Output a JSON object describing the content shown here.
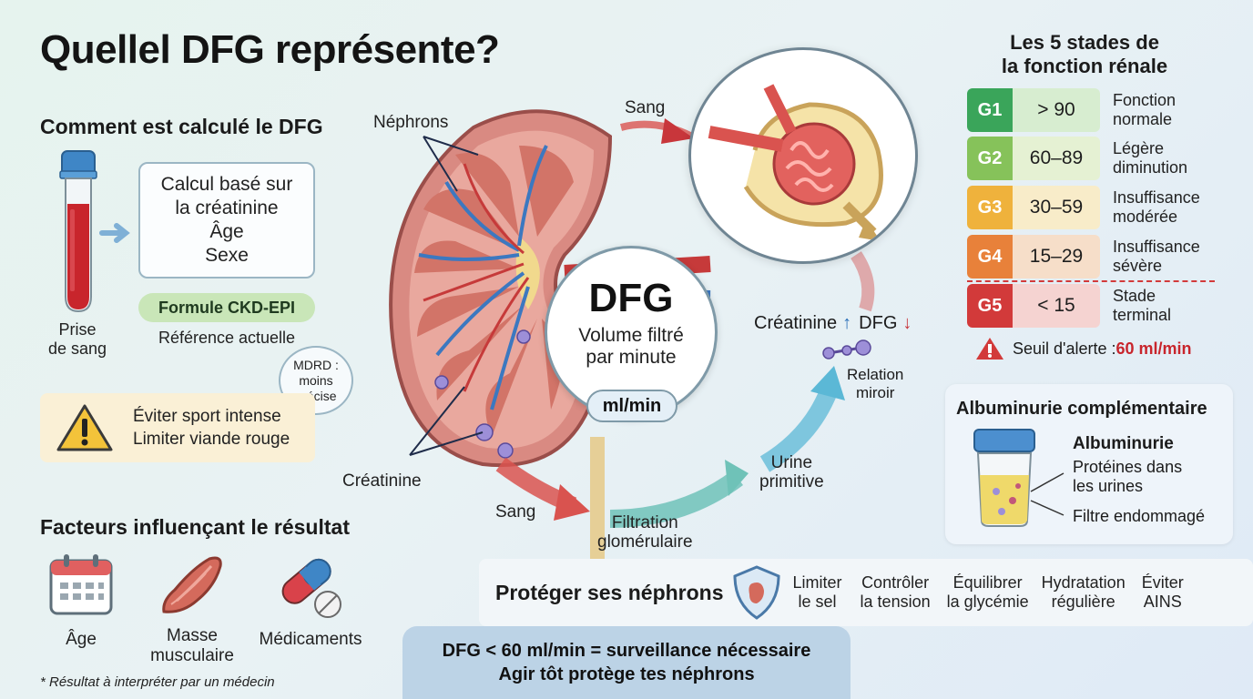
{
  "title": "Quellel DFG représente?",
  "calc": {
    "heading": "Comment est calculé le DFG",
    "box_lines": [
      "Calcul basé sur",
      "la créatinine",
      "Âge",
      "Sexe"
    ],
    "tube_label": [
      "Prise",
      "de sang"
    ],
    "formula": "Formule CKD-EPI",
    "formula_note": "Référence actuelle",
    "mdrd": [
      "MDRD :",
      "moins",
      "précise"
    ]
  },
  "warning": {
    "lines": [
      "Éviter sport intense",
      "Limiter viande rouge"
    ]
  },
  "kidney": {
    "nephrons": "Néphrons",
    "creatinine": "Créatinine",
    "sang_top": "Sang",
    "sang_bottom": "Sang",
    "dfg": "DFG",
    "dfg_sub": [
      "Volume filtré",
      "par minute"
    ],
    "unit": "ml/min",
    "filtration": [
      "Filtration",
      "glomérulaire"
    ],
    "urine": [
      "Urine",
      "primitive"
    ],
    "creat_up": "Créatinine",
    "dfg_down": "DFG",
    "relation": [
      "Relation",
      "miroir"
    ]
  },
  "factors": {
    "heading": "Facteurs influençant le résultat",
    "items": [
      {
        "icon": "calendar-icon",
        "label": [
          "Âge"
        ]
      },
      {
        "icon": "muscle-icon",
        "label": [
          "Masse",
          "musculaire"
        ]
      },
      {
        "icon": "pill-icon",
        "label": [
          "Médicaments"
        ]
      }
    ]
  },
  "note": "* Résultat à interpréter par un médecin",
  "stages": {
    "title": [
      "Les 5 stades de",
      "la fonction rénale"
    ],
    "rows": [
      {
        "code": "G1",
        "value": "> 90",
        "desc": [
          "Fonction",
          "normale"
        ],
        "code_color": "#3aa55a",
        "val_color": "#d7edd0"
      },
      {
        "code": "G2",
        "value": "60–89",
        "desc": [
          "Légère",
          "diminution"
        ],
        "code_color": "#86c25a",
        "val_color": "#e5f1d3"
      },
      {
        "code": "G3",
        "value": "30–59",
        "desc": [
          "Insuffisance",
          "modérée"
        ],
        "code_color": "#efb23c",
        "val_color": "#f8ecc9"
      },
      {
        "code": "G4",
        "value": "15–29",
        "desc": [
          "Insuffisance",
          "sévère"
        ],
        "code_color": "#e8813a",
        "val_color": "#f6dec9"
      },
      {
        "code": "G5",
        "value": "< 15",
        "desc": [
          "Stade",
          "terminal"
        ],
        "code_color": "#d23a3a",
        "val_color": "#f5d3d1"
      }
    ],
    "alert_label": "Seuil d'alerte : ",
    "alert_value": "60 ml/min"
  },
  "albumin": {
    "heading": "Albuminurie complémentaire",
    "name": "Albuminurie",
    "desc": [
      "Protéines dans",
      "les urines"
    ],
    "filter": "Filtre endommagé"
  },
  "protect": {
    "heading": "Protéger ses néphrons",
    "items": [
      [
        "Limiter",
        "le sel"
      ],
      [
        "Contrôler",
        "la tension"
      ],
      [
        "Équilibrer",
        "la glycémie"
      ],
      [
        "Hydratation",
        "régulière"
      ],
      [
        "Éviter",
        "AINS"
      ]
    ]
  },
  "banner": [
    "DFG < 60 ml/min = surveillance nécessaire",
    "Agir tôt protège tes néphrons"
  ]
}
